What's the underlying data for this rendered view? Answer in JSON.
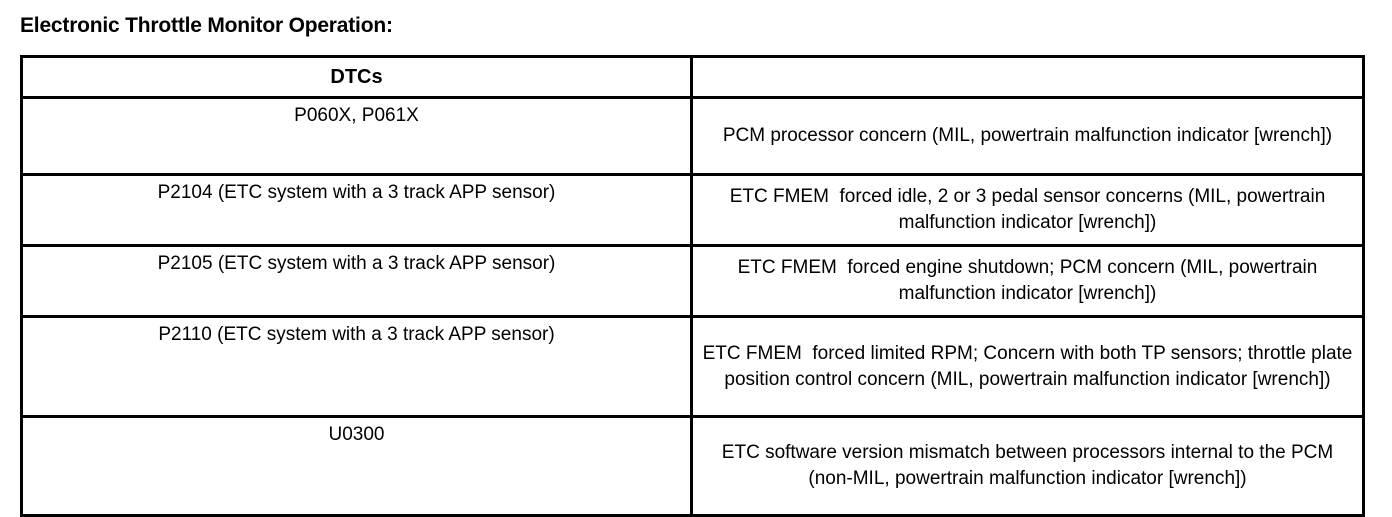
{
  "document": {
    "title": "Electronic Throttle Monitor Operation:"
  },
  "table": {
    "headers": {
      "code": "DTCs",
      "description": ""
    },
    "rows": [
      {
        "code": "P060X, P061X",
        "description": "PCM processor concern (MIL, powertrain malfunction indicator [wrench])"
      },
      {
        "code": "P2104 (ETC system with a 3 track APP sensor)",
        "description": "ETC FMEM  forced idle, 2 or 3 pedal sensor concerns (MIL, powertrain malfunction indicator [wrench])"
      },
      {
        "code": "P2105 (ETC system with a 3 track APP sensor)",
        "description": "ETC FMEM  forced engine shutdown; PCM concern (MIL, powertrain malfunction indicator [wrench])"
      },
      {
        "code": "P2110 (ETC system with a 3 track APP sensor)",
        "description": "ETC FMEM  forced limited RPM; Concern with both TP sensors; throttle plate position control concern (MIL, powertrain malfunction indicator [wrench])"
      },
      {
        "code": "U0300",
        "description": "ETC software version mismatch between processors internal to the PCM (non-MIL, powertrain malfunction indicator [wrench])"
      }
    ]
  },
  "colors": {
    "border": "#000000",
    "text": "#000000",
    "background": "#ffffff"
  }
}
